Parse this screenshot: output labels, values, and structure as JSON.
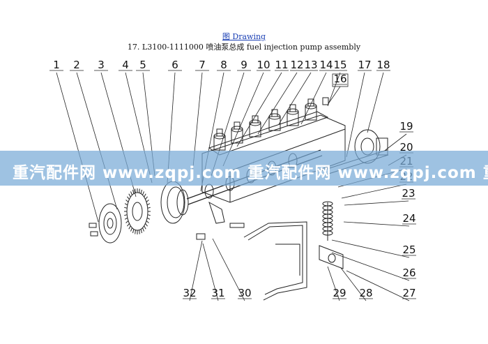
{
  "header": {
    "link_text": "图 Drawing",
    "title": "17.  L3100-1111000  喷油泵总成  fuel injection pump assembly"
  },
  "watermark": {
    "text": "重汽配件网  www.zqpj.com  重汽配件网  www.zqpj.com  重"
  },
  "callouts": [
    "1",
    "2",
    "3",
    "4",
    "5",
    "6",
    "7",
    "8",
    "9",
    "10",
    "11",
    "12",
    "13",
    "14",
    "15",
    "16",
    "17",
    "18",
    "19",
    "20",
    "21",
    "22",
    "23",
    "24",
    "25",
    "26",
    "27",
    "28",
    "29",
    "30",
    "31",
    "32"
  ],
  "colors": {
    "line": "#222222",
    "banner": "#78aad7",
    "link": "#1a3fb4"
  }
}
